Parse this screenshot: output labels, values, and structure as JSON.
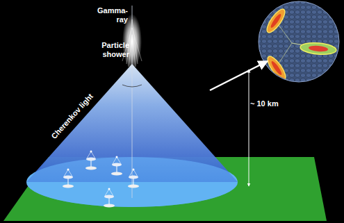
{
  "diagram": {
    "labels": [
      "Gamma-ray",
      "Particle shower",
      "~ 10 km",
      "Cherenkov light"
    ]
  }
}
